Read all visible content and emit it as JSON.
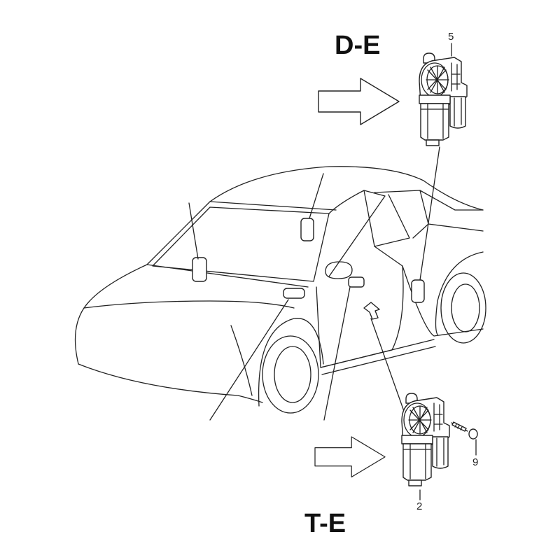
{
  "labels": {
    "front_door": "D-E",
    "rear_door": "T-E"
  },
  "callouts": {
    "front_motor": "5",
    "rear_motor": "2",
    "screw": "9"
  },
  "icons": [
    "arrow-right-icon",
    "window-motor-icon",
    "screw-icon",
    "car-outline"
  ]
}
